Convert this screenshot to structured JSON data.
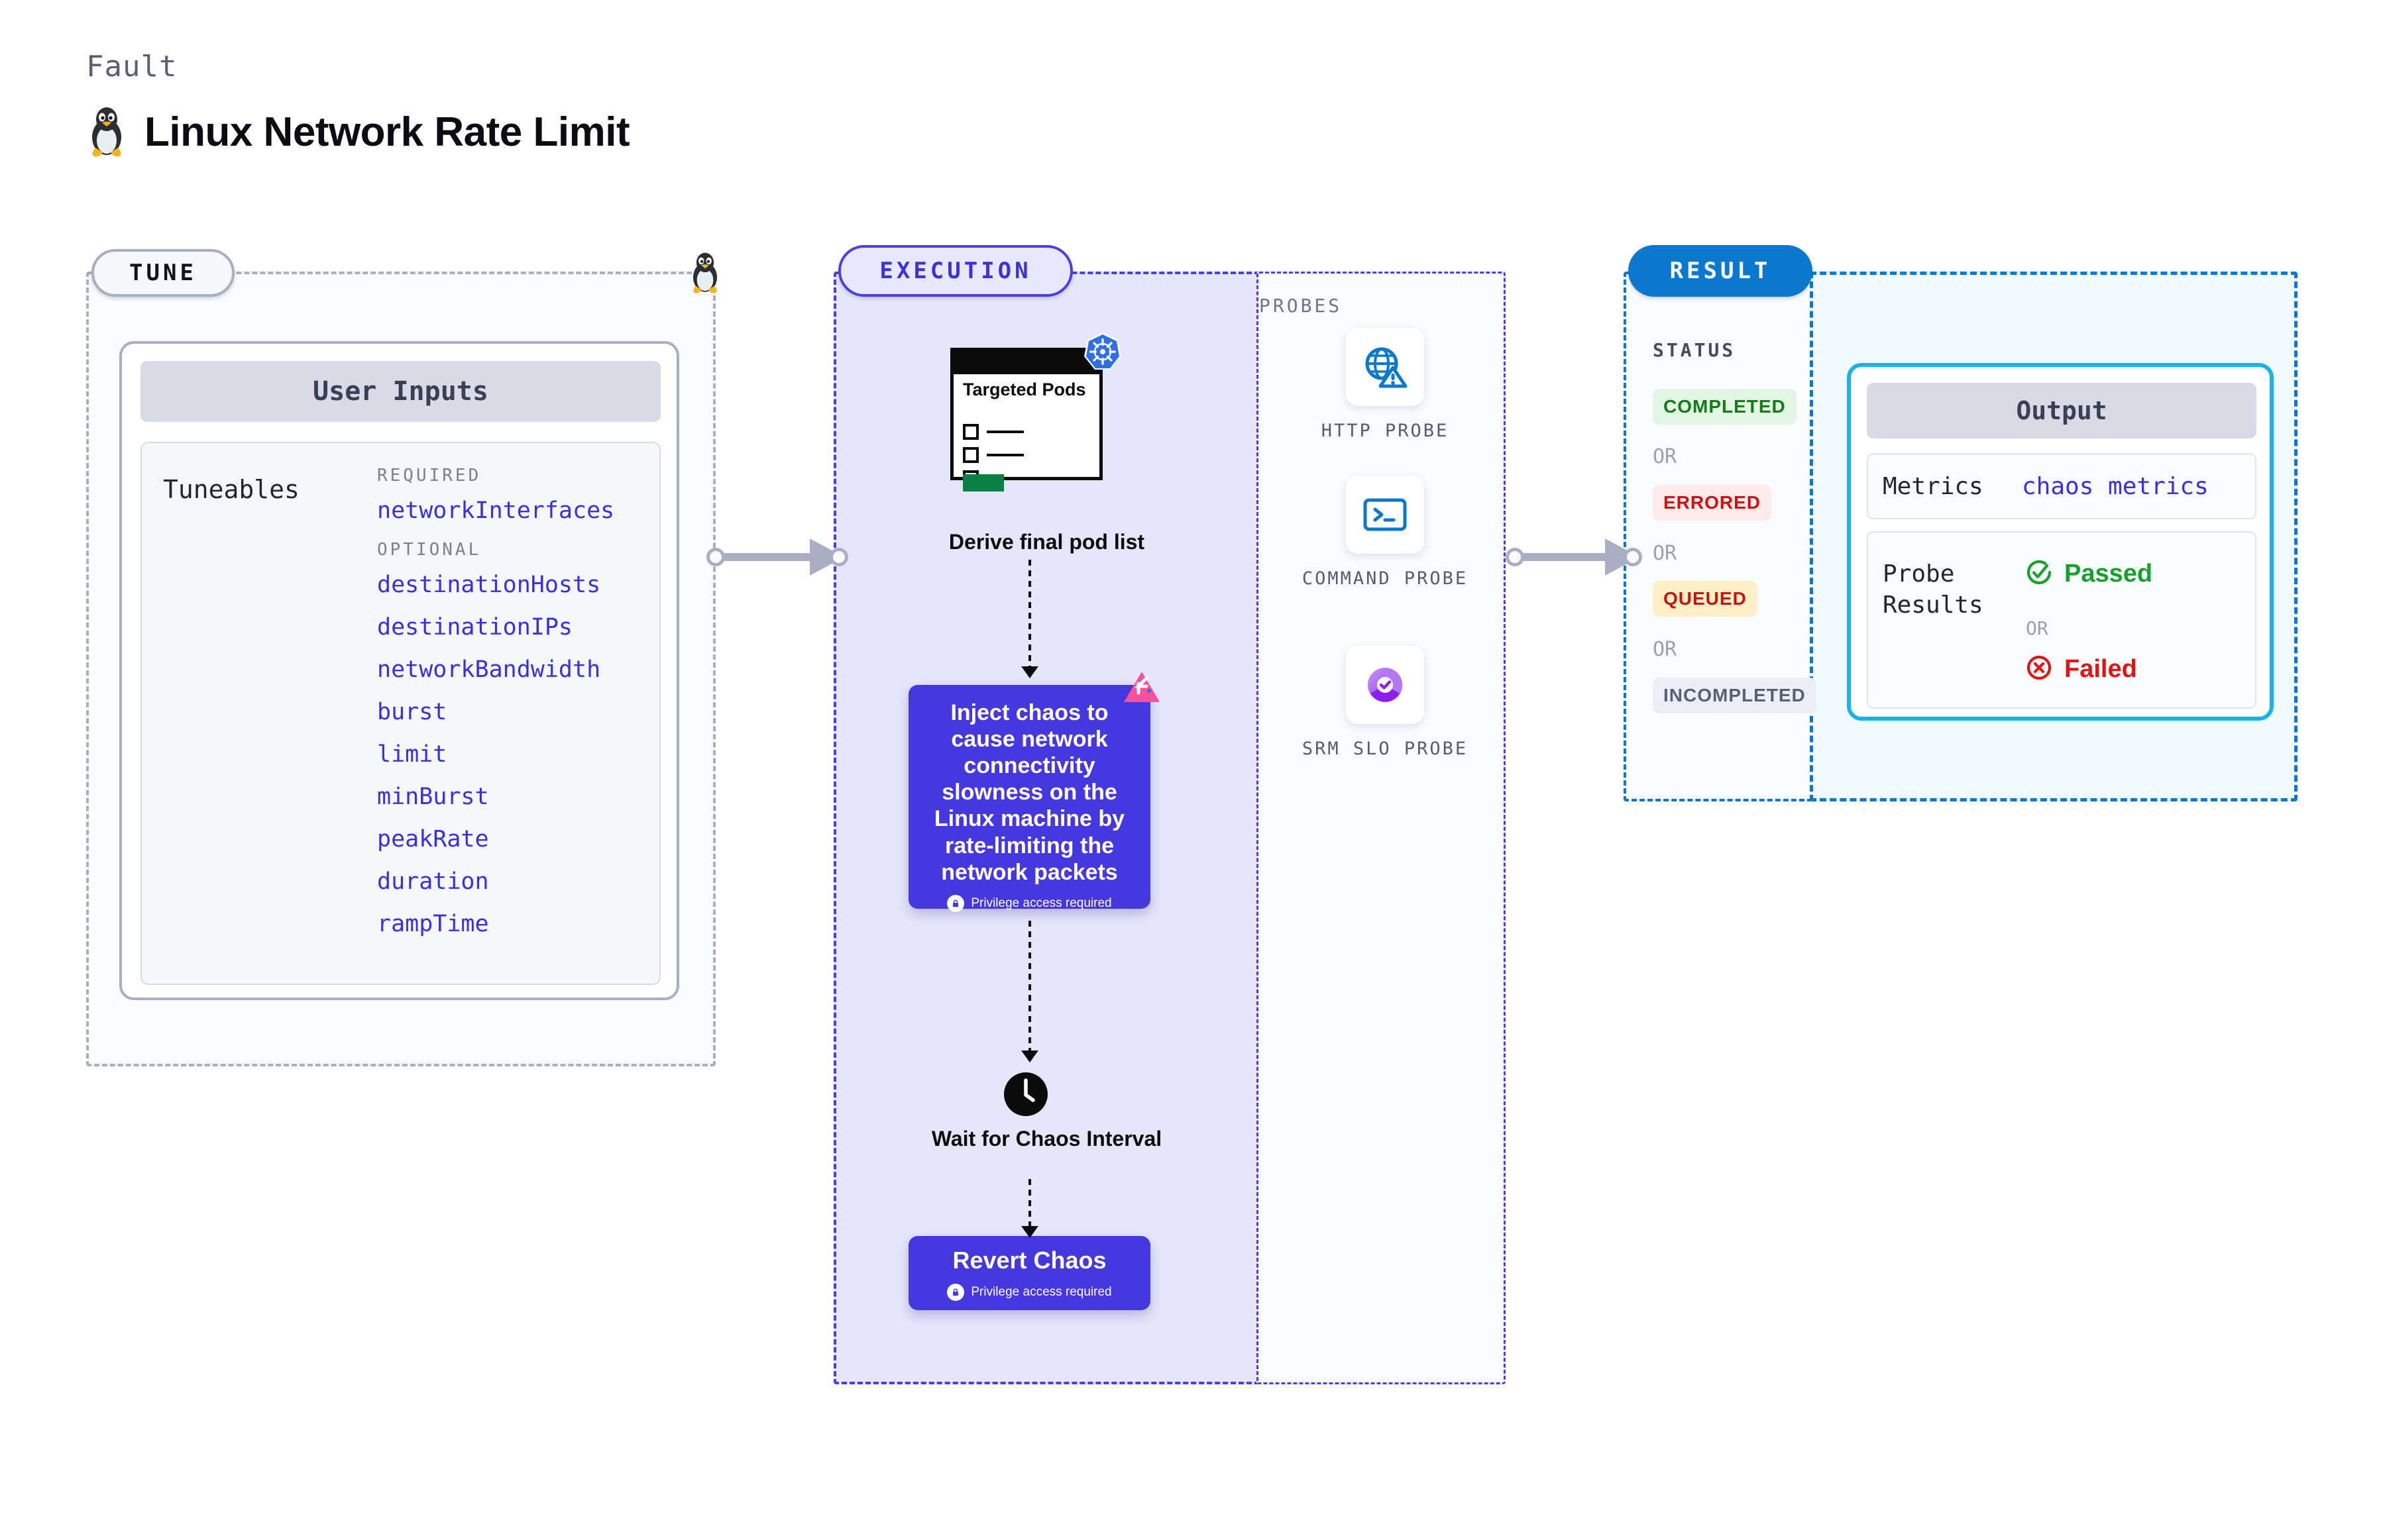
{
  "header": {
    "eyebrow": "Fault",
    "title": "Linux Network Rate Limit",
    "icon": "linux-tux-icon"
  },
  "tune": {
    "pill_label": "TUNE",
    "card_title": "User Inputs",
    "tuneables_label": "Tuneables",
    "groups": [
      {
        "heading": "REQUIRED",
        "items": [
          "networkInterfaces"
        ]
      },
      {
        "heading": "OPTIONAL",
        "items": [
          "destinationHosts",
          "destinationIPs",
          "networkBandwidth",
          "burst",
          "limit",
          "minBurst",
          "peakRate",
          "duration",
          "rampTime"
        ]
      }
    ]
  },
  "execution": {
    "pill_label": "EXECUTION",
    "pods_card": {
      "title": "Targeted Pods",
      "badge_icon": "kubernetes-icon",
      "rows": 3
    },
    "derive_label": "Derive final pod list",
    "chaos": {
      "text": "Inject chaos to cause network connectivity slowness on the Linux machine by rate-limiting the network packets",
      "privilege_note": "Privilege access required",
      "badge_icon": "litmus-icon"
    },
    "wait": {
      "icon": "clock-icon",
      "label": "Wait for Chaos Interval"
    },
    "revert": {
      "title": "Revert Chaos",
      "privilege_note": "Privilege access required"
    }
  },
  "probes": {
    "label": "PROBES",
    "items": [
      {
        "name": "HTTP PROBE",
        "icon": "globe-warning-icon"
      },
      {
        "name": "COMMAND PROBE",
        "icon": "terminal-icon"
      },
      {
        "name": "SRM SLO PROBE",
        "icon": "slo-donut-check-icon"
      }
    ]
  },
  "result": {
    "pill_label": "RESULT",
    "status_label": "STATUS",
    "or_label": "OR",
    "statuses": [
      {
        "label": "COMPLETED",
        "bg": "#e2f6e3",
        "fg": "#127d16"
      },
      {
        "label": "ERRORED",
        "bg": "#fdeaea",
        "fg": "#cc1111"
      },
      {
        "label": "QUEUED",
        "bg": "#fdf0c8",
        "fg": "#c61212"
      },
      {
        "label": "INCOMPLETED",
        "bg": "#eceef5",
        "fg": "#595f76"
      }
    ]
  },
  "output": {
    "card_title": "Output",
    "metrics_key": "Metrics",
    "metrics_value": "chaos metrics",
    "probe_results_key": "Probe Results",
    "passed_label": "Passed",
    "failed_label": "Failed",
    "or_label": "OR"
  },
  "colors": {
    "accent_purple": "#4538e0",
    "accent_blue": "#0b78d0",
    "accent_cyan": "#18b4e9",
    "tunable_blue": "#3730e0",
    "gray_border": "#a9aec2",
    "pass_green": "#18a02c",
    "fail_red": "#e11414"
  }
}
